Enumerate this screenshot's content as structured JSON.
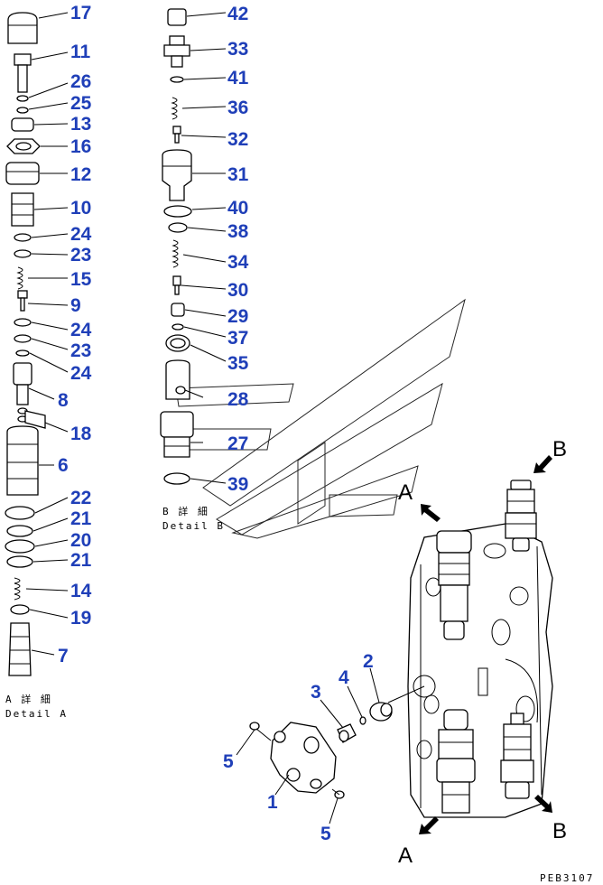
{
  "column_a": {
    "labels": [
      "17",
      "11",
      "26",
      "25",
      "13",
      "16",
      "12",
      "10",
      "24",
      "23",
      "15",
      "9",
      "24",
      "23",
      "24",
      "8",
      "18",
      "6",
      "22",
      "21",
      "20",
      "21",
      "14",
      "19",
      "7"
    ],
    "caption_jp": "A 詳 細",
    "caption_en": "Detail A"
  },
  "column_b": {
    "labels": [
      "42",
      "33",
      "41",
      "36",
      "32",
      "31",
      "40",
      "38",
      "34",
      "30",
      "29",
      "37",
      "35",
      "28",
      "27",
      "39"
    ],
    "caption_jp": "B 詳 細",
    "caption_en": "Detail B"
  },
  "assembly": {
    "labels": [
      "2",
      "4",
      "3",
      "5",
      "1",
      "5"
    ],
    "arrow_labels": [
      "A",
      "B",
      "A",
      "B"
    ]
  },
  "drawing_code": "PEB3107"
}
